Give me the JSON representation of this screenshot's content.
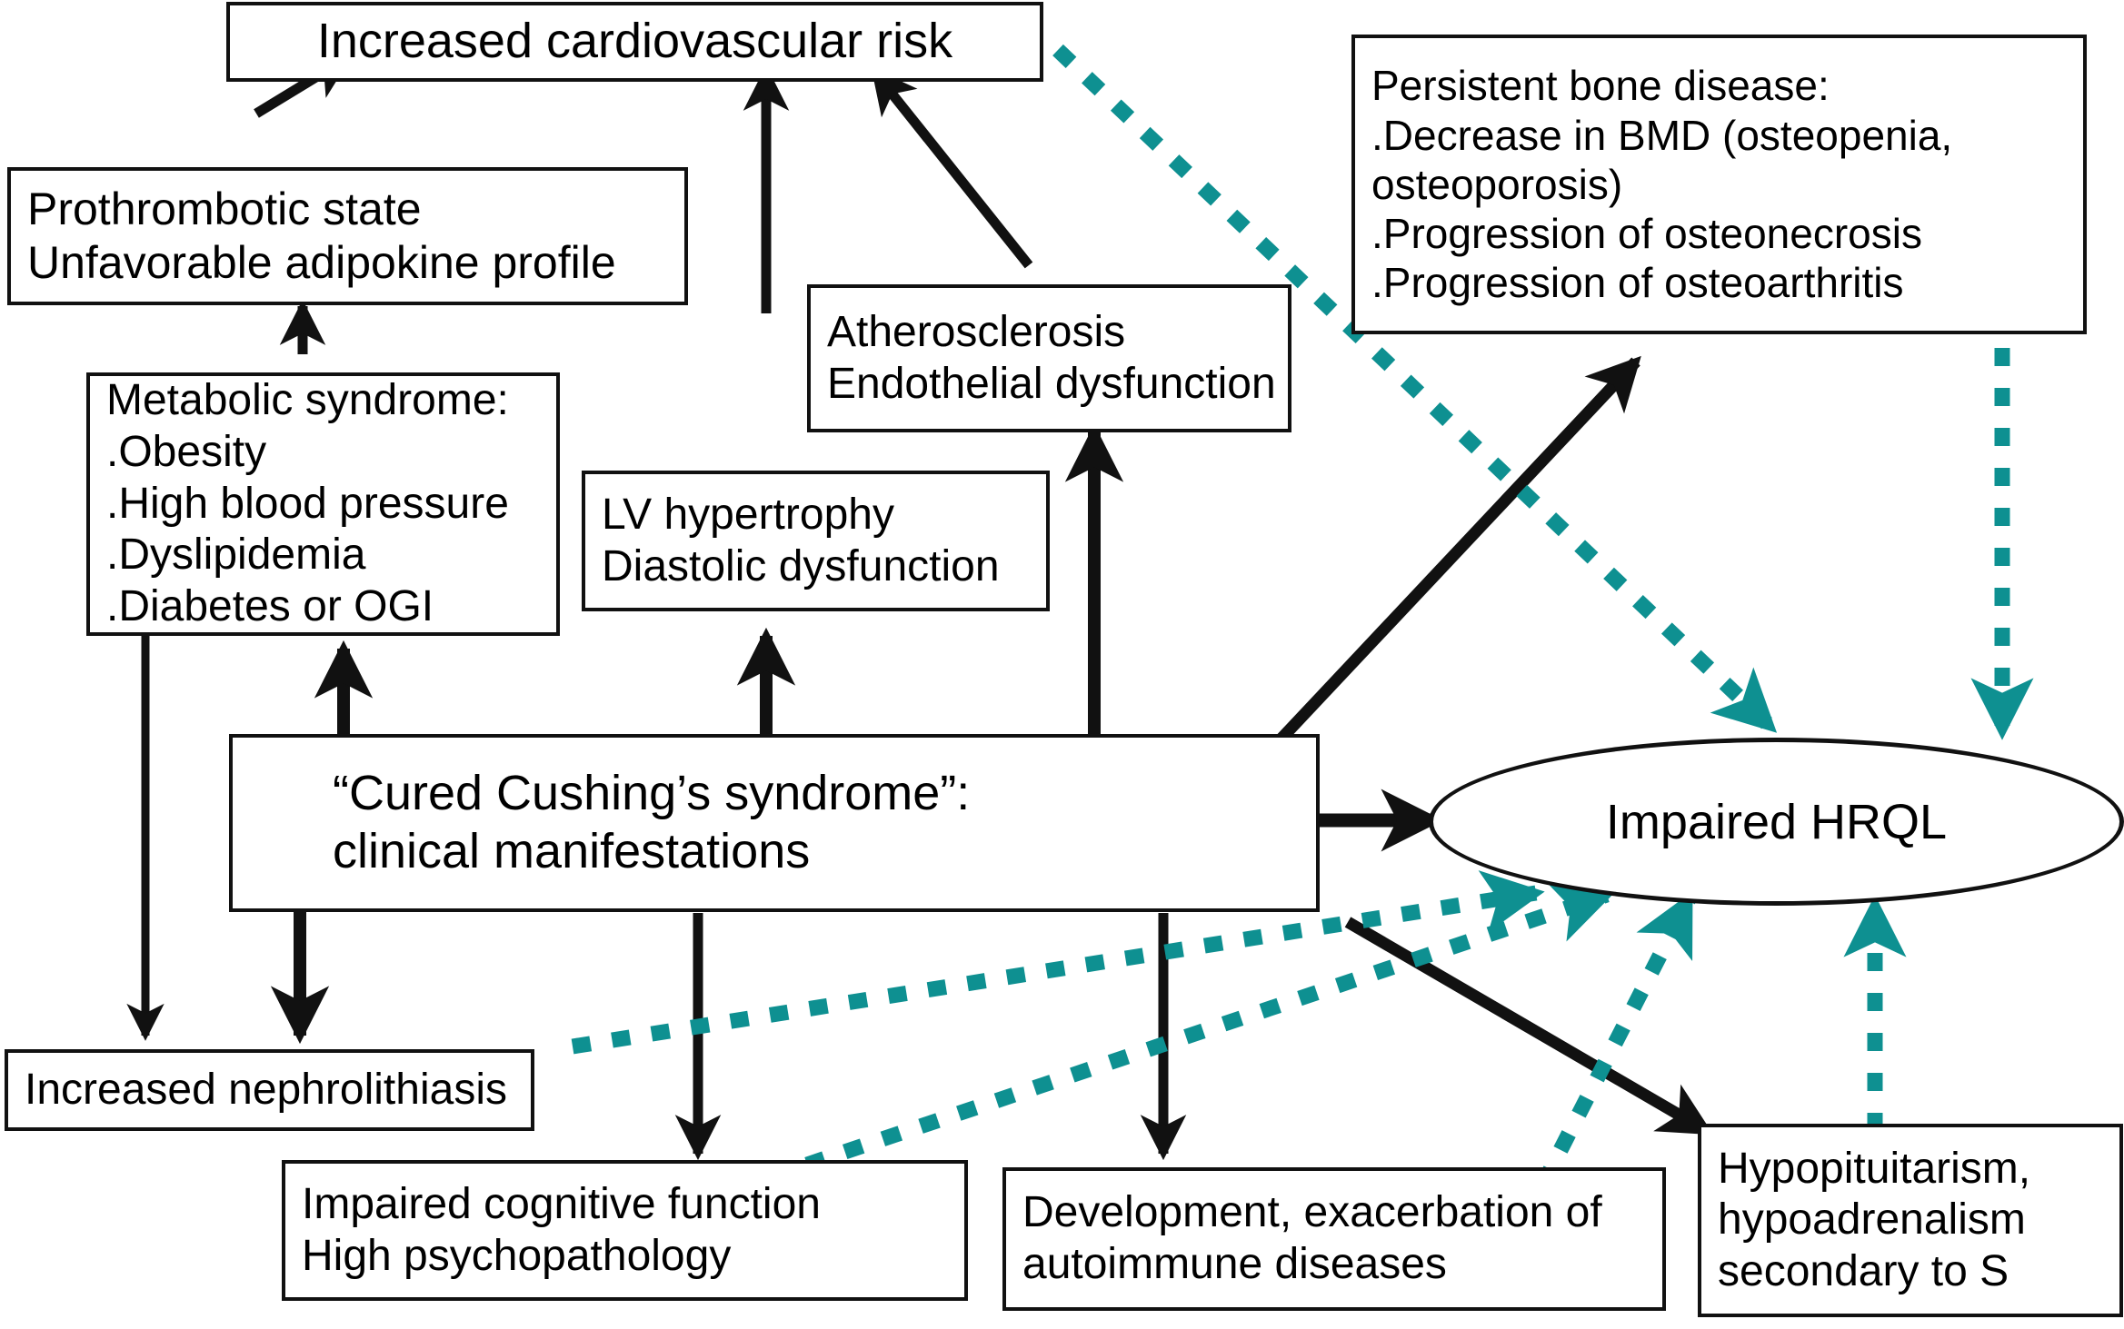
{
  "diagram": {
    "title": "Cured Cushing's syndrome clinical consequences flowchart",
    "colors": {
      "box_border": "#111111",
      "solid_arrow": "#111111",
      "dotted_arrow": "#0E9091",
      "background": "#FFFFFF"
    }
  },
  "nodes": {
    "cardiovascular_risk": {
      "lines": [
        "Increased cardiovascular risk"
      ]
    },
    "prothrombotic": {
      "lines": [
        "Prothrombotic state",
        "Unfavorable adipokine profile"
      ]
    },
    "metabolic_syndrome": {
      "lines": [
        "Metabolic syndrome:",
        ".Obesity",
        ".High blood pressure",
        ".Dyslipidemia",
        ".Diabetes or OGI"
      ]
    },
    "atherosclerosis": {
      "lines": [
        "Atherosclerosis",
        "Endothelial dysfunction"
      ]
    },
    "lv_hypertrophy": {
      "lines": [
        "LV hypertrophy",
        "Diastolic dysfunction"
      ]
    },
    "bone_disease": {
      "lines": [
        "Persistent bone disease:",
        ".Decrease in BMD (osteopenia,",
        "osteoporosis)",
        ".Progression of osteonecrosis",
        ".Progression of osteoarthritis"
      ]
    },
    "cured_cushing": {
      "lines": [
        "“Cured Cushing’s syndrome”:",
        "clinical manifestations"
      ]
    },
    "nephrolithiasis": {
      "lines": [
        "Increased nephrolithiasis"
      ]
    },
    "cognitive": {
      "lines": [
        "Impaired cognitive function",
        "High psychopathology"
      ]
    },
    "autoimmune": {
      "lines": [
        "Development, exacerbation of",
        "autoimmune diseases"
      ]
    },
    "hypopituitarism": {
      "lines": [
        "Hypopituitarism,",
        "hypoadrenalism",
        "secondary to S"
      ]
    },
    "impaired_hrql": {
      "label": "Impaired HRQL"
    }
  }
}
